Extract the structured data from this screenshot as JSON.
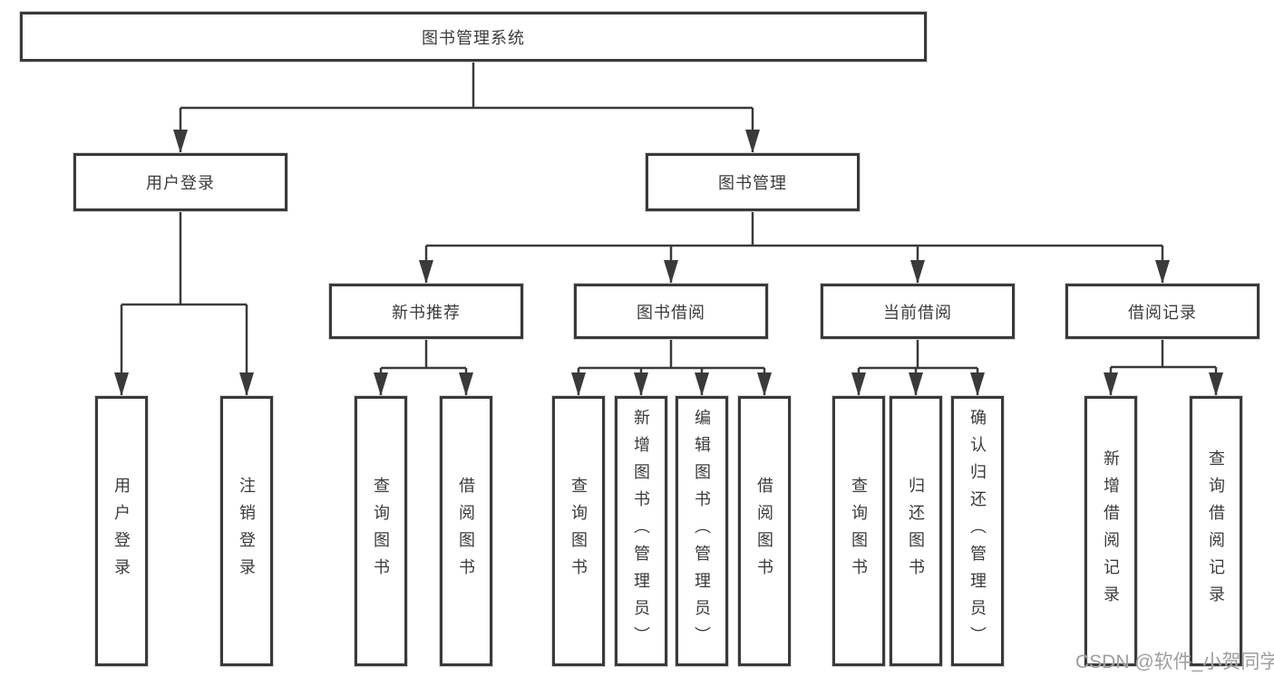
{
  "tree": {
    "root": {
      "label": "图书管理系统"
    },
    "branches": [
      {
        "label": "用户登录",
        "children": [
          {
            "label": "用户登录"
          },
          {
            "label": "注销登录"
          }
        ]
      },
      {
        "label": "图书管理",
        "children": [
          {
            "label": "新书推荐",
            "children": [
              {
                "label": "查询图书"
              },
              {
                "label": "借阅图书"
              }
            ]
          },
          {
            "label": "图书借阅",
            "children": [
              {
                "label": "查询图书"
              },
              {
                "label": "新增图书（管理员）"
              },
              {
                "label": "编辑图书（管理员）"
              },
              {
                "label": "借阅图书"
              }
            ]
          },
          {
            "label": "当前借阅",
            "children": [
              {
                "label": "查询图书"
              },
              {
                "label": "归还图书"
              },
              {
                "label": "确认归还（管理员）"
              }
            ]
          },
          {
            "label": "借阅记录",
            "children": [
              {
                "label": "新增借阅记录"
              },
              {
                "label": "查询借阅记录"
              }
            ]
          }
        ]
      }
    ]
  },
  "watermark": {
    "text": "CSDN @软件_小贺同学"
  },
  "colors": {
    "background": "#ffffff",
    "line": "#3a3a3c",
    "box_border": "#3a3a3c",
    "text": "#3b3b3d",
    "watermark": "#9e9e9e"
  }
}
